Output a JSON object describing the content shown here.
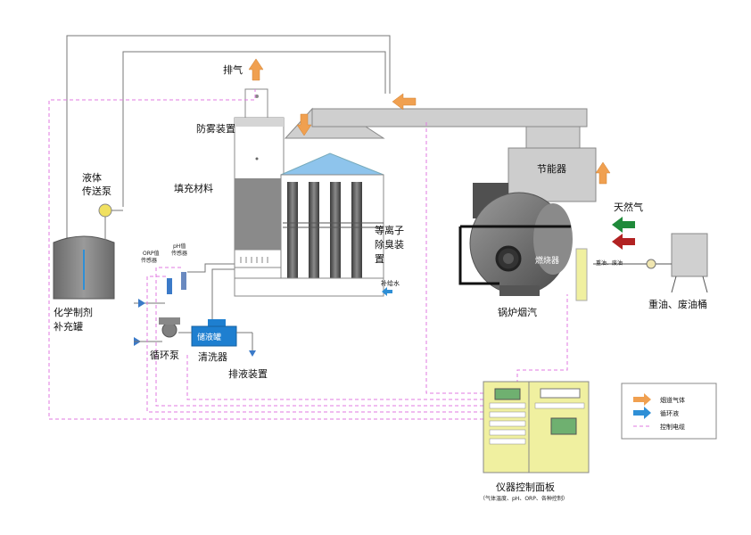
{
  "labels": {
    "exhaust": "排气",
    "mist_device": "防雾装置",
    "packing_material": "填充材料",
    "plasma_device_1": "等离子",
    "plasma_device_2": "除臭装",
    "plasma_device_3": "置",
    "refill_water": "补给水",
    "liquid_pump_1": "液体",
    "liquid_pump_2": "传送泵",
    "chem_tank_1": "化学制剂",
    "chem_tank_2": "补充罐",
    "orp_sensor_1": "ORP值",
    "orp_sensor_2": "传感器",
    "ph_sensor_1": "pH值",
    "ph_sensor_2": "传感器",
    "circulation_pump": "循环泵",
    "sump_tank": "储液罐",
    "cleaner": "清洗器",
    "drain_device": "排液装置",
    "economizer": "节能器",
    "natural_gas": "天然气",
    "burner": "燃烧器",
    "heavy_oil": "重油、废油",
    "boiler_flue": "锅炉烟汽",
    "oil_tank": "重油、废油桶",
    "control_panel": "仪器控制面板",
    "control_panel_sub": "（气体温度、pH、ORP、各种控制）"
  },
  "legend": {
    "items": [
      {
        "label": "烟道气体",
        "color": "#f0a050",
        "kind": "arrow"
      },
      {
        "label": "循环液",
        "color": "#2f8fd6",
        "kind": "arrow"
      },
      {
        "label": "控制电缆",
        "color": "#e07ae0",
        "kind": "dashed"
      }
    ]
  },
  "colors": {
    "flue_gas": "#f0a050",
    "circulation": "#2f8fd6",
    "control_cable": "#e07ae0",
    "natural_gas_arrow": "#1f8a3a",
    "heavy_oil_arrow": "#b22222",
    "panel": "#f0f0a0",
    "boiler": "#707070"
  }
}
